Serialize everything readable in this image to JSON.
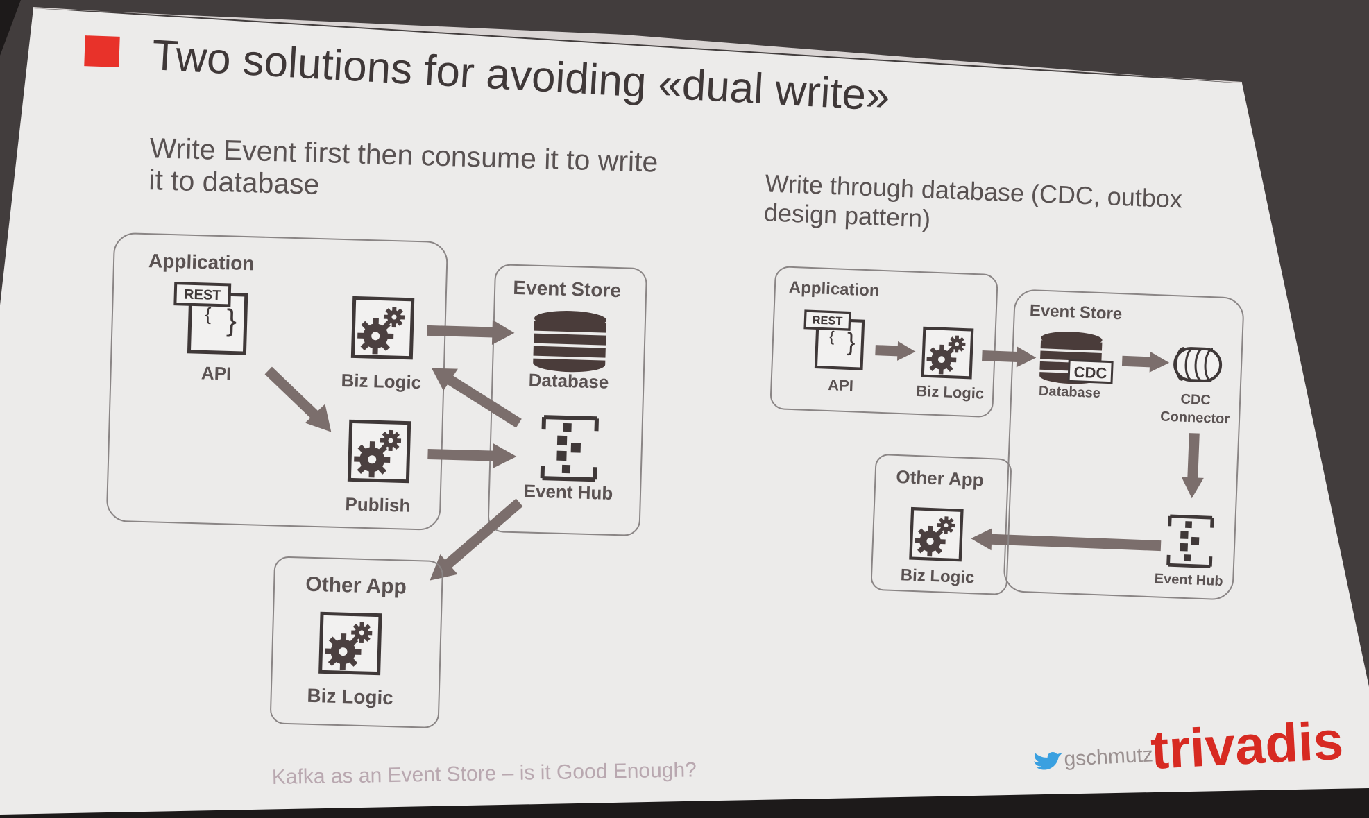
{
  "slide": {
    "title": "Two solutions for avoiding «dual write»",
    "footer": "Kafka as an Event Store – is it Good Enough?",
    "twitter_handle": "gschmutz",
    "brand": "trivadis",
    "colors": {
      "accent_red": "#e8322a",
      "slide_bg": "#ecebea",
      "diagram_grey": "#7b6e6c",
      "text_dark": "#403838"
    }
  },
  "left": {
    "heading_line1": "Write Event first then consume it to write",
    "heading_line2": "it to database",
    "application": {
      "title": "Application",
      "api_tag": "REST",
      "api_label": "API",
      "biz_label": "Biz Logic",
      "publish_label": "Publish"
    },
    "event_store": {
      "title": "Event Store",
      "database_label": "Database",
      "hub_label": "Event Hub"
    },
    "other_app": {
      "title": "Other App",
      "biz_label": "Biz Logic"
    }
  },
  "right": {
    "heading_line1": "Write through database (CDC, outbox",
    "heading_line2": "design pattern)",
    "application": {
      "title": "Application",
      "api_tag": "REST",
      "api_label": "API",
      "biz_label": "Biz Logic"
    },
    "event_store": {
      "title": "Event Store",
      "database_label": "Database",
      "cdc_tag": "CDC",
      "connector_label_line1": "CDC",
      "connector_label_line2": "Connector",
      "hub_label": "Event Hub"
    },
    "other_app": {
      "title": "Other App",
      "biz_label": "Biz Logic"
    }
  }
}
